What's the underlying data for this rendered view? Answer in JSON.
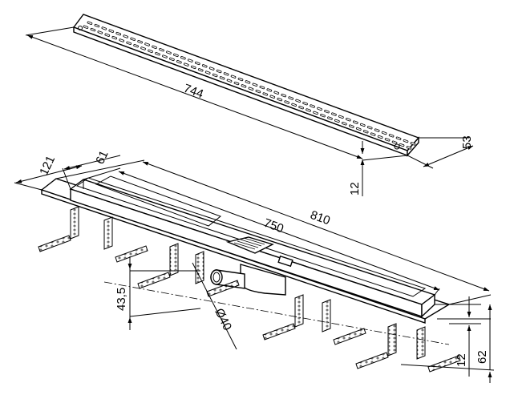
{
  "dimensions": {
    "grate_length": "744",
    "grate_width": "53",
    "grate_height": "12",
    "total_length": "810",
    "channel_length": "750",
    "total_width": "121",
    "channel_width": "61",
    "outlet_height": "43,5",
    "outlet_diameter": "Ø40",
    "flange_height": "12",
    "total_height": "62"
  }
}
